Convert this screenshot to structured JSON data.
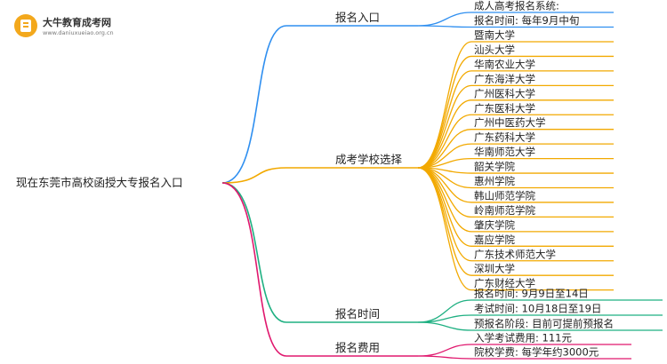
{
  "logo": {
    "title": "大牛教育成考网",
    "url": "www.daniuxueiao.org.cn"
  },
  "root": {
    "label": "现在东莞市高校函授大专报名入口"
  },
  "branches": [
    {
      "id": "entry",
      "label": "报名入口",
      "color": "#2f8ff0",
      "leaves": [
        "成人高考报名系统:",
        "报名时间: 每年9月中旬"
      ]
    },
    {
      "id": "schools",
      "label": "成考学校选择",
      "color": "#f2a900",
      "leaves": [
        "暨南大学",
        "汕头大学",
        "华南农业大学",
        "广东海洋大学",
        "广州医科大学",
        "广东医科大学",
        "广州中医药大学",
        "广东药科大学",
        "华南师范大学",
        "韶关学院",
        "惠州学院",
        "韩山师范学院",
        "岭南师范学院",
        "肇庆学院",
        "嘉应学院",
        "广东技术师范大学",
        "深圳大学",
        "广东财经大学"
      ]
    },
    {
      "id": "time",
      "label": "报名时间",
      "color": "#1fb082",
      "leaves": [
        "报名时间: 9月9日至14日",
        "考试时间: 10月18日至19日",
        "预报名阶段: 目前可提前预报名"
      ]
    },
    {
      "id": "fee",
      "label": "报名费用",
      "color": "#e0186e",
      "leaves": [
        "入学考试费用: 111元",
        "院校学费: 每学年约3000元"
      ]
    }
  ]
}
